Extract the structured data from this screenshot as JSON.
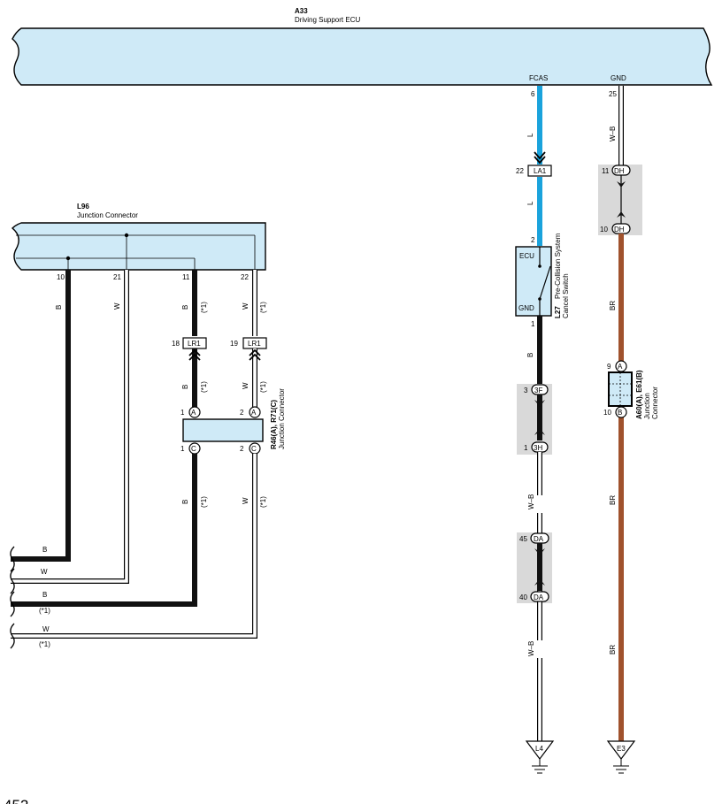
{
  "ecu": {
    "code": "A33",
    "name": "Driving Support ECU"
  },
  "ecu_pins": {
    "fcas": "FCAS",
    "gnd": "GND",
    "pin6": "6",
    "pin25": "25"
  },
  "junction_l96": {
    "code": "L96",
    "name": "Junction Connector",
    "pins": {
      "p10": "10",
      "p21": "21",
      "p11": "11",
      "p22": "22"
    }
  },
  "connector_lr1": {
    "label": "LR1",
    "pin18": "18",
    "pin19": "19"
  },
  "connector_la1": {
    "label": "LA1",
    "pin22": "22"
  },
  "junction_r46": {
    "title": "R46(A), R71(C)",
    "name": "Junction Connector",
    "pin_a": "A",
    "pin_c": "C",
    "n1": "1",
    "n2": "2"
  },
  "switch_l27": {
    "code": "L27",
    "name_line1": "Pre-Collision System",
    "name_line2": "Cancel Switch",
    "ecu_label": "ECU",
    "gnd_label": "GND",
    "pin2": "2",
    "pin1": "1"
  },
  "connector_3f_3h": {
    "top": "3F",
    "bottom": "3H",
    "n_top": "3",
    "n_bottom": "1"
  },
  "connector_da": {
    "label": "DA",
    "n_top": "45",
    "n_bottom": "40"
  },
  "connector_dh": {
    "label": "DH",
    "n_top": "11",
    "n_bottom": "10"
  },
  "junction_a60": {
    "title": "A60(A), E61(B)",
    "name_line1": "Junction",
    "name_line2": "Connector",
    "pin_a": "A",
    "pin_b": "B",
    "n9": "9",
    "n10": "10"
  },
  "grounds": {
    "l4": "L4",
    "e3": "E3"
  },
  "wire_colors": {
    "L": "L",
    "W_B": "W–B",
    "B": "B",
    "W": "W",
    "BR": "BR"
  },
  "note": "(*1)",
  "page_number": "452",
  "colors": {
    "blue_wire": "#1aa3dc",
    "brown_wire": "#a0522d",
    "black_wire": "#111111",
    "panel": "#cfeaf7",
    "gray_box": "#d9d9d9"
  }
}
